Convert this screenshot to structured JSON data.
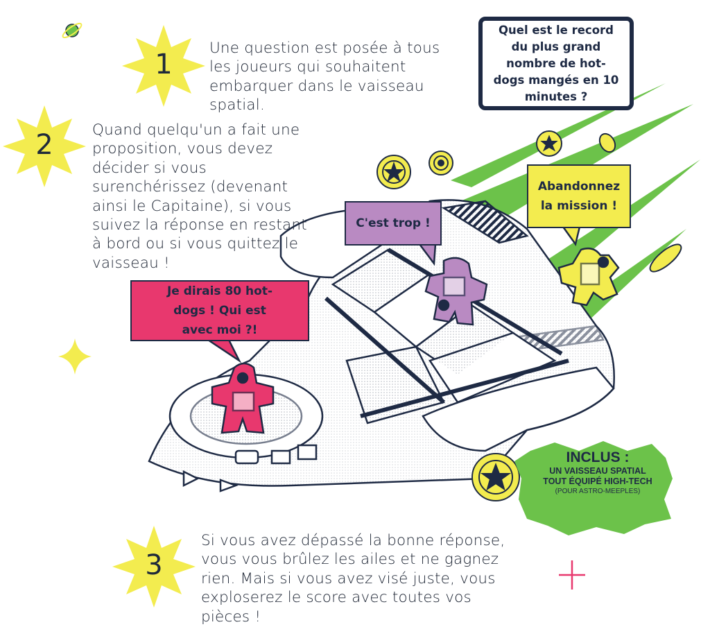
{
  "steps": [
    {
      "number": "1",
      "text": "Une question est posée à tous les joueurs qui souhaitent embarquer dans le vaisseau spatial."
    },
    {
      "number": "2",
      "text": "Quand quelqu'un a fait une proposition, vous devez décider si vous surenchérissez (devenant ainsi le Capitaine), si vous suivez la réponse en restant à bord ou si vous quittez le vaisseau !"
    },
    {
      "number": "3",
      "text": "Si vous avez dépassé la bonne réponse, vous vous brûlez les ailes et ne gagnez rien. Mais si vous avez visé juste, vous exploserez le score avec toutes vos pièces !"
    }
  ],
  "question_card": "Quel est le record du plus grand nombre de hot-dogs mangés en 10 minutes ?",
  "bubbles": {
    "captain": "Je dirais 80 hot-dogs ! Qui est avec moi ?!",
    "follower": "C'est trop !",
    "quitter": "Abandonnez la mission !"
  },
  "badge": {
    "title": "INCLUS :",
    "line1": "UN VAISSEAU SPATIAL",
    "line2": "TOUT ÉQUIPÉ HIGH-TECH",
    "note": "(POUR ASTRO-MEEPLES)"
  },
  "colors": {
    "navy": "#1e2a44",
    "yellow": "#f3ec4f",
    "pink": "#e8386e",
    "purple": "#b98ac2",
    "green": "#6cc24a"
  }
}
